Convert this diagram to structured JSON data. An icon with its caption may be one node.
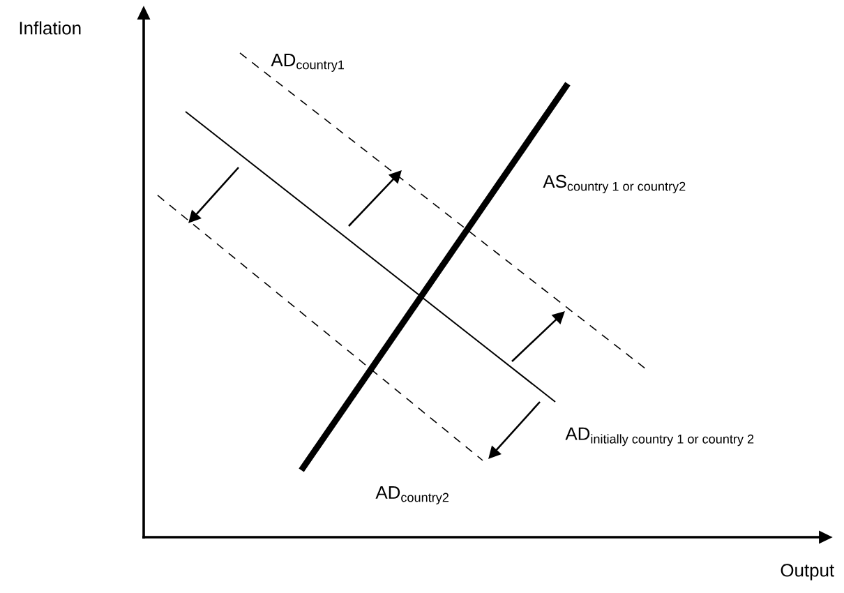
{
  "diagram": {
    "labels": [
      "Inflation",
      "\\text{AD}_{\\text{country1}}",
      "\\text{AS}_{\\text{country 1 or country2}}",
      "\\text{AD}_{\\text{initially country 1 or country 2}}",
      "\\text{AD}_{\\text{country2}}",
      "Output"
    ]
  }
}
